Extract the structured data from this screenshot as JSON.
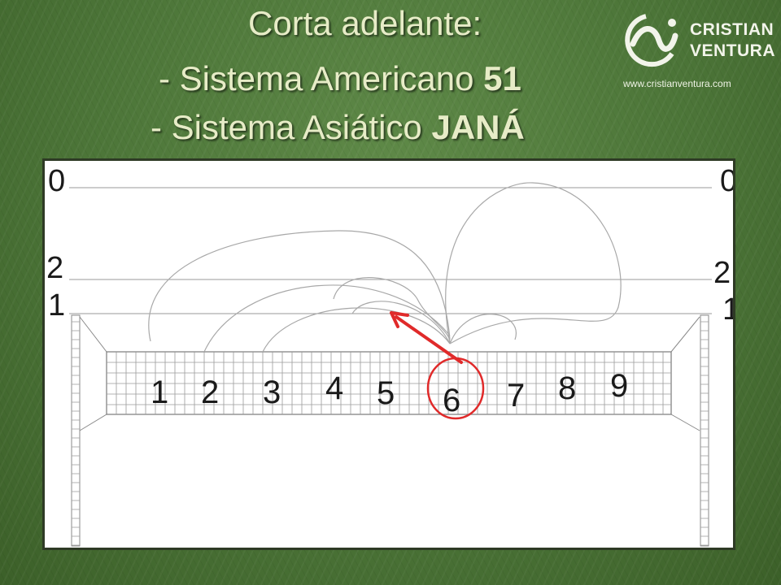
{
  "slide": {
    "title": {
      "line1": "Corta adelante:",
      "line2_prefix": "- Sistema Americano ",
      "line2_bold": "51",
      "line3_prefix": "- Sistema Asiático ",
      "line3_bold": "JANÁ"
    },
    "logo": {
      "name_line1": "CRISTIAN",
      "name_line2": "VENTURA",
      "url": "www.cristianventura.com"
    }
  },
  "diagram": {
    "left_height_labels": [
      "0",
      "2",
      "1"
    ],
    "right_height_labels": [
      "0",
      "2",
      "1"
    ],
    "zone_numbers": [
      "1",
      "2",
      "3",
      "4",
      "5",
      "6",
      "7",
      "8",
      "9"
    ],
    "highlighted_zone": "6",
    "colors": {
      "highlight": "#e02a2a",
      "trajectory": "#a8a8a8",
      "net_line": "#8a8a8a",
      "board_bg": "#ffffff"
    }
  }
}
